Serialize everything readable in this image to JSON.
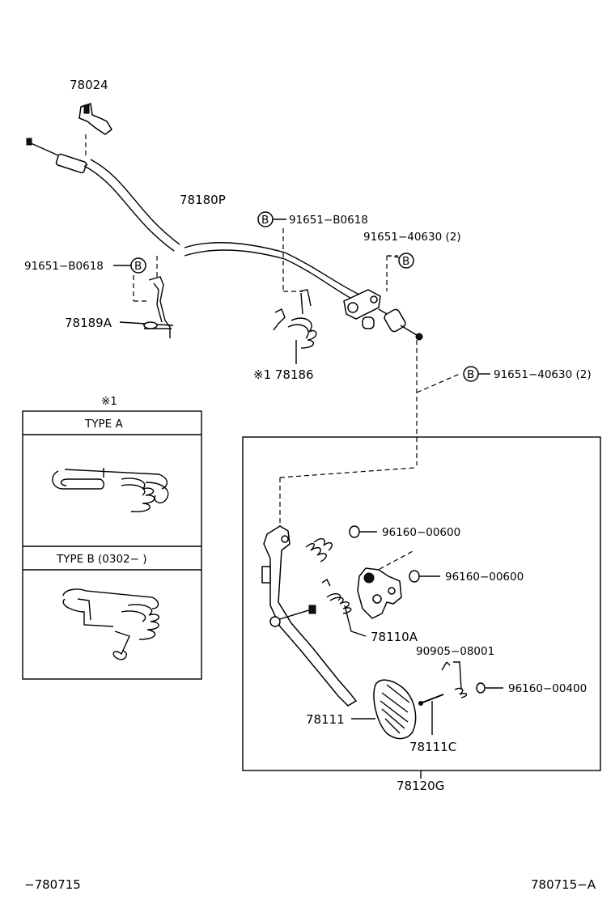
{
  "labels": {
    "p78024": "78024",
    "p78180P": "78180P",
    "p91651_b0618_top": "91651−B0618",
    "p91651_40630_top": "91651−40630 (2)",
    "p91651_b0618_left": "91651−B0618",
    "p78189A": "78189A",
    "p78186": "※1 78186",
    "p91651_40630_mid": "91651−40630 (2)",
    "p96160_00600_a": "96160−00600",
    "p96160_00600_b": "96160−00600",
    "p78110A": "78110A",
    "p90905_08001": "90905−08001",
    "p96160_00400": "96160−00400",
    "p78111": "78111",
    "p78111C": "78111C",
    "p78120G": "78120G",
    "footer_left": "−780715",
    "footer_right": "780715−A"
  },
  "inset": {
    "note": "※1",
    "type_a": "TYPE A",
    "type_b": "TYPE B (0302−        )"
  },
  "markers": {
    "b": "B"
  }
}
